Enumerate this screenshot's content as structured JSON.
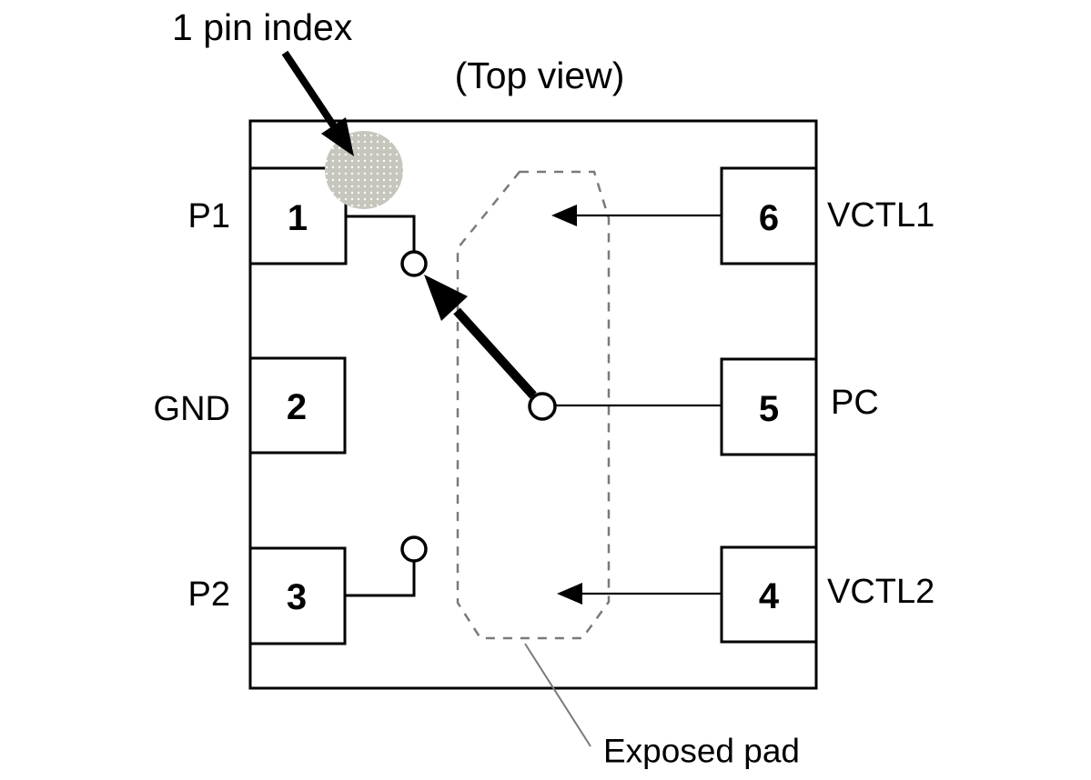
{
  "title": "(Top view)",
  "annotations": {
    "pin_index_label": "1 pin index",
    "exposed_pad_label": "Exposed pad"
  },
  "package": {
    "pins": [
      {
        "number": "1",
        "signal": "P1",
        "side": "left"
      },
      {
        "number": "2",
        "signal": "GND",
        "side": "left"
      },
      {
        "number": "3",
        "signal": "P2",
        "side": "left"
      },
      {
        "number": "4",
        "signal": "VCTL2",
        "side": "right"
      },
      {
        "number": "5",
        "signal": "PC",
        "side": "right"
      },
      {
        "number": "6",
        "signal": "VCTL1",
        "side": "right"
      }
    ]
  },
  "colors": {
    "line": "#000000",
    "index_dot": "#c6c6bd",
    "exposed_pad_outline": "#7a7a7a",
    "background": "#ffffff"
  }
}
